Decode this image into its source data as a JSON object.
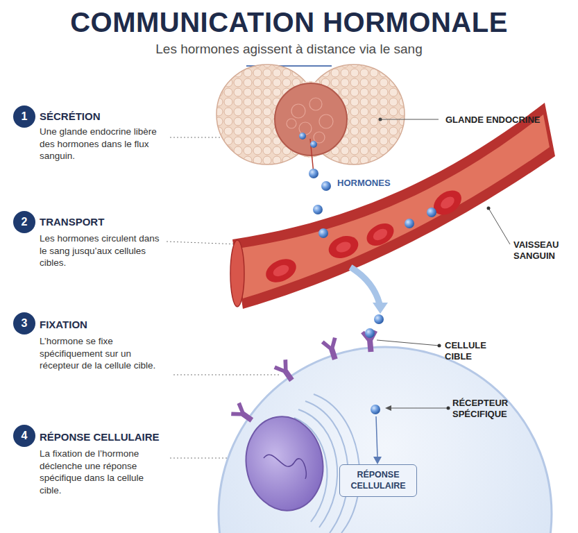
{
  "diagram": {
    "title": "COMMUNICATION HORMONALE",
    "nodes": [
      {
        "text": [
          "1"
        ]
      },
      {
        "text": [
          "2"
        ]
      },
      {
        "text": [
          "3"
        ]
      },
      {
        "text": [
          "4"
        ]
      },
      {
        "text": [
          "RÉPONSE CELLULAIRE"
        ]
      }
    ],
    "labels": [
      "Les hormones agissent à distance via le sang",
      "SÉCRÉTION",
      "Une glande endocrine libère des hormones dans le flux sanguin.",
      "TRANSPORT",
      "Les hormones circulent dans le sang jusqu’aux cellules cibles.",
      "FIXATION",
      "L’hormone se fixe spécifiquement sur un récepteur de la cellule cible.",
      "RÉPONSE CELLULAIRE",
      "La fixation de l’hormone déclenche une réponse spécifique dans la cellule cible.",
      "GLANDE ENDOCRINE",
      "HORMONES",
      "VAISSEAU SANGUIN",
      "CELLULE CIBLE",
      "RÉCEPTEUR SPÉCIFIQUE"
    ]
  }
}
